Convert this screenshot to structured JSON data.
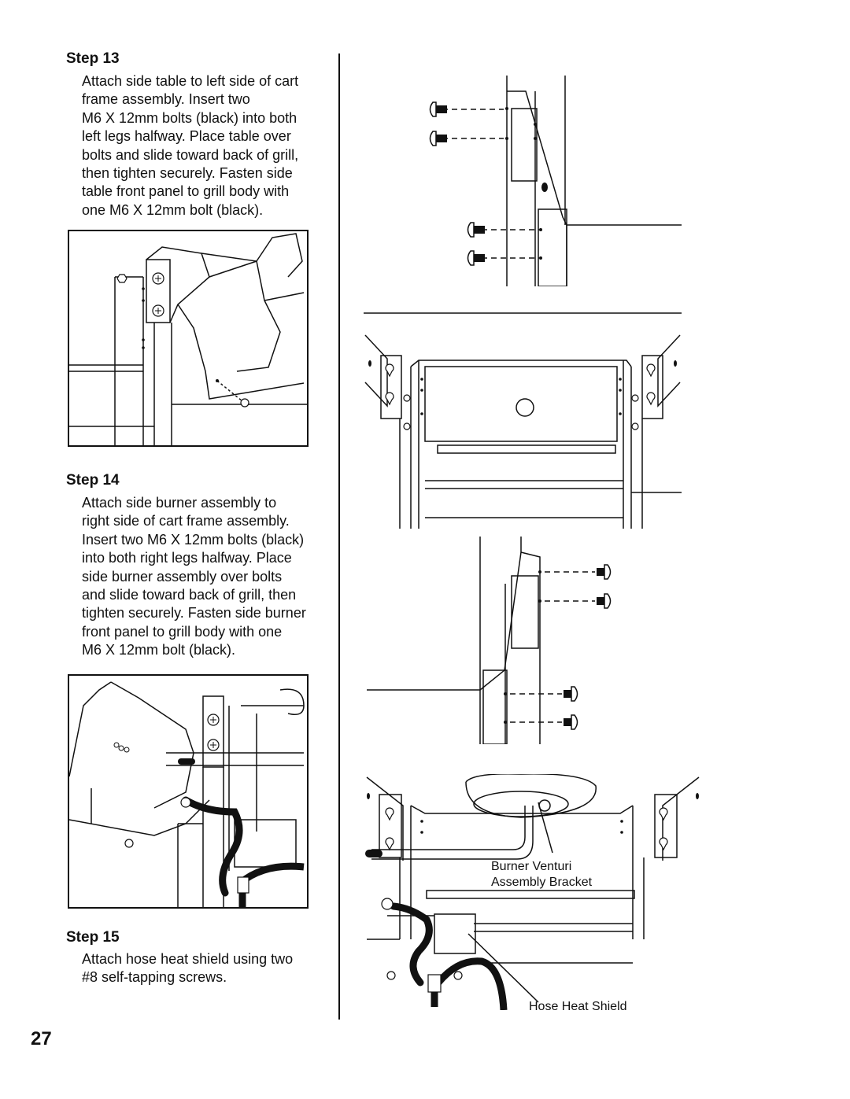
{
  "step13": {
    "title": "Step 13",
    "lines": [
      "Attach side table to left side of cart",
      "frame assembly. Insert two",
      "M6 X 12mm bolts (black) into both",
      "left legs halfway. Place table over",
      "bolts and slide toward back of grill,",
      "then tighten securely. Fasten side",
      "table front panel to grill body with",
      "one M6 X 12mm bolt (black)."
    ]
  },
  "step14": {
    "title": "Step 14",
    "lines": [
      "Attach side burner assembly to",
      "right side of cart frame assembly.",
      "Insert two M6 X 12mm bolts (black)",
      "into both right legs halfway. Place",
      "side burner assembly over bolts",
      "and slide toward back of grill, then",
      "tighten securely. Fasten side burner",
      "front panel to grill body with one",
      "M6 X 12mm bolt (black)."
    ]
  },
  "step15": {
    "title": "Step 15",
    "lines": [
      "Attach hose heat shield using two",
      "#8 self-tapping screws."
    ]
  },
  "callouts": {
    "burner_venturi_line1": "Burner Venturi",
    "burner_venturi_line2": "Assembly Bracket",
    "hose_heat_shield": "Hose Heat Shield"
  },
  "page_number": "27"
}
